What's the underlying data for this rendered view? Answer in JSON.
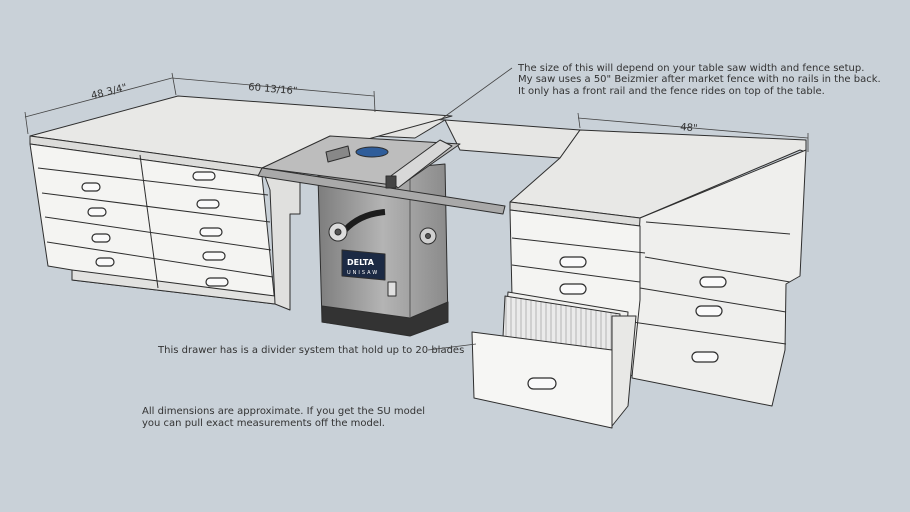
{
  "scene": {
    "background": "#c9d1d8",
    "cabinet_color": "#f4f4f2",
    "edge_color": "#2e2e2e",
    "top_color": "#e8e8e6",
    "saw_color": "#9a9a9a"
  },
  "dimensions": {
    "left_depth": "48 3/4\"",
    "saw_width": "60 13/16\"",
    "right_width": "48\""
  },
  "notes": {
    "fence_line1": "The size of this will depend on your table saw width and fence setup.",
    "fence_line2": "My saw uses a 50\" Beizmier after market fence with no rails in the back.",
    "fence_line3": "It only has a front rail and the fence rides on top of the table.",
    "drawer_note": "This drawer has is a divider system that hold up to 20 blades",
    "disclaimer_line1": "All dimensions are approximate.  If you get the SU model",
    "disclaimer_line2": "you can pull exact measurements off the model."
  },
  "saw": {
    "brand": "DELTA",
    "model": "UNISAW"
  }
}
